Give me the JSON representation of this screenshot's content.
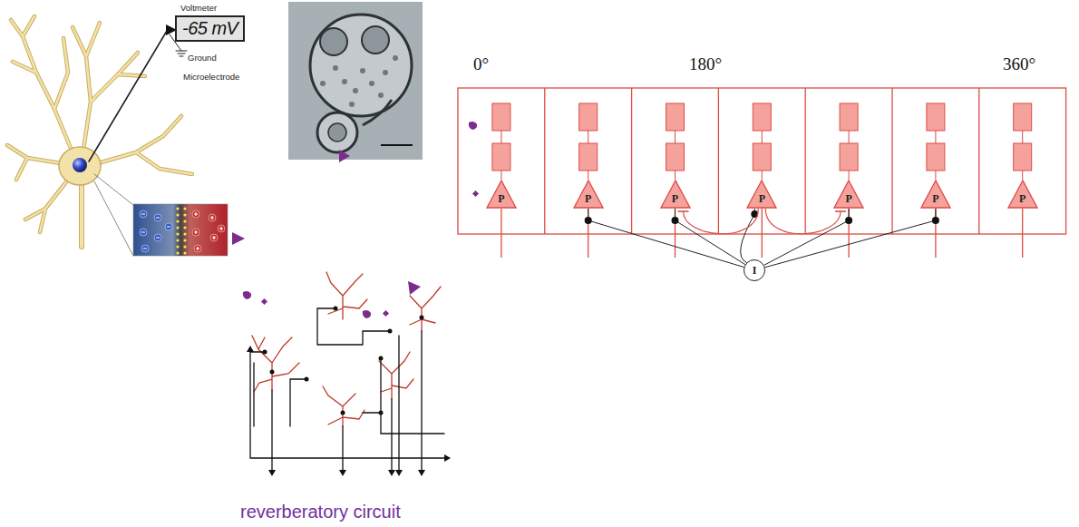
{
  "diagram": {
    "nodes": [
      {
        "text": [
          "P"
        ]
      },
      {
        "text": [
          "P"
        ]
      },
      {
        "text": [
          "P"
        ]
      },
      {
        "text": [
          "P"
        ]
      },
      {
        "text": [
          "P"
        ]
      },
      {
        "text": [
          "P"
        ]
      },
      {
        "text": [
          "P"
        ]
      },
      {
        "text": [
          "I"
        ]
      },
      {
        "text": [
          "Voltmeter",
          "-65 mV"
        ]
      }
    ],
    "edges": [
      {
        "from": 7,
        "to": 1,
        "arrow": "none"
      },
      {
        "from": 7,
        "to": 2,
        "arrow": "none"
      },
      {
        "from": 7,
        "to": 3,
        "arrow": "none"
      },
      {
        "from": 7,
        "to": 4,
        "arrow": "none"
      },
      {
        "from": 7,
        "to": 5,
        "arrow": "none"
      },
      {
        "from": 3,
        "to": 2,
        "arrow": "to"
      },
      {
        "from": 3,
        "to": 4,
        "arrow": "to"
      }
    ],
    "labels": [
      "0°",
      "180°",
      "360°",
      "Ground",
      "Microelectrode",
      "reverberatory circuit"
    ]
  }
}
